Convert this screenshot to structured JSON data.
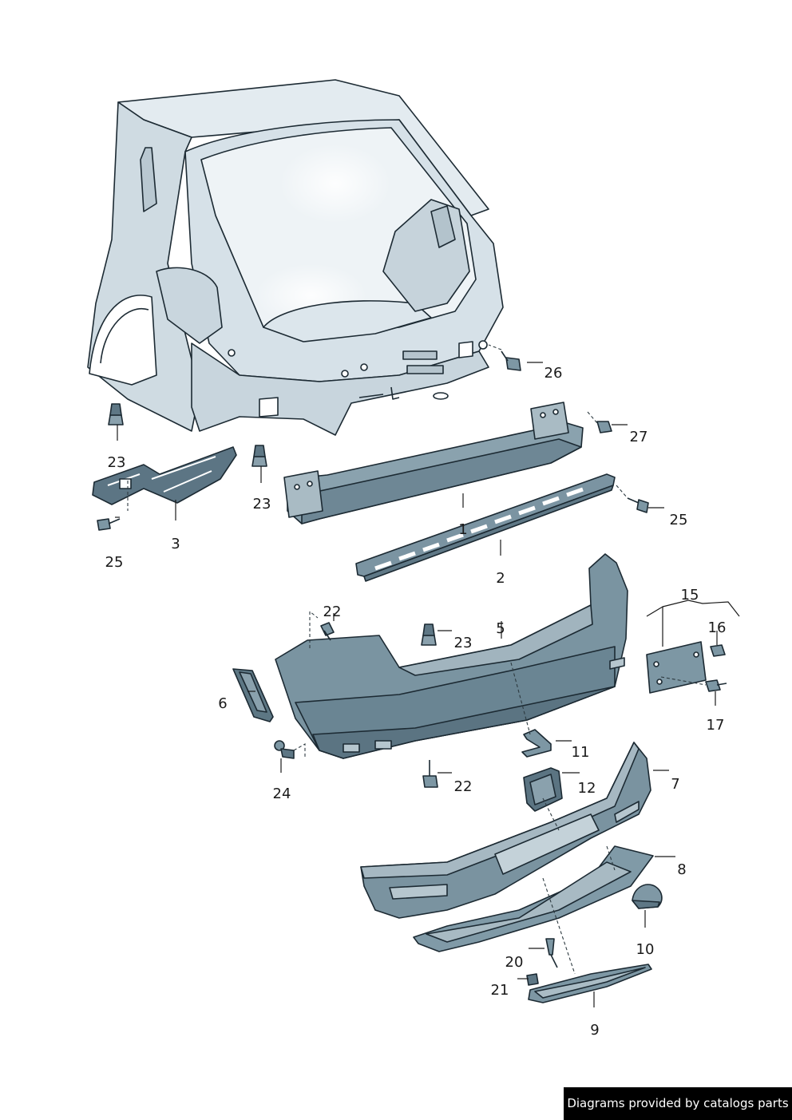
{
  "colors": {
    "body_light": "#dfe8ee",
    "body_mid": "#c3d0d8",
    "part_fill": "#7e97a4",
    "part_dark": "#5f7886",
    "part_light": "#a4b7c1",
    "outline": "#1c2a33"
  },
  "callouts": [
    {
      "id": "1",
      "label": "1"
    },
    {
      "id": "2",
      "label": "2"
    },
    {
      "id": "3",
      "label": "3"
    },
    {
      "id": "5",
      "label": "5"
    },
    {
      "id": "6",
      "label": "6"
    },
    {
      "id": "7",
      "label": "7"
    },
    {
      "id": "8",
      "label": "8"
    },
    {
      "id": "9",
      "label": "9"
    },
    {
      "id": "10",
      "label": "10"
    },
    {
      "id": "11",
      "label": "11"
    },
    {
      "id": "12",
      "label": "12"
    },
    {
      "id": "15",
      "label": "15"
    },
    {
      "id": "16",
      "label": "16"
    },
    {
      "id": "17",
      "label": "17"
    },
    {
      "id": "20",
      "label": "20"
    },
    {
      "id": "21",
      "label": "21"
    },
    {
      "id": "22a",
      "label": "22"
    },
    {
      "id": "22b",
      "label": "22"
    },
    {
      "id": "23a",
      "label": "23"
    },
    {
      "id": "23b",
      "label": "23"
    },
    {
      "id": "23c",
      "label": "23"
    },
    {
      "id": "24",
      "label": "24"
    },
    {
      "id": "25a",
      "label": "25"
    },
    {
      "id": "25b",
      "label": "25"
    },
    {
      "id": "26",
      "label": "26"
    },
    {
      "id": "27",
      "label": "27"
    }
  ],
  "footer": {
    "credit": "Diagrams provided by catalogs parts"
  }
}
